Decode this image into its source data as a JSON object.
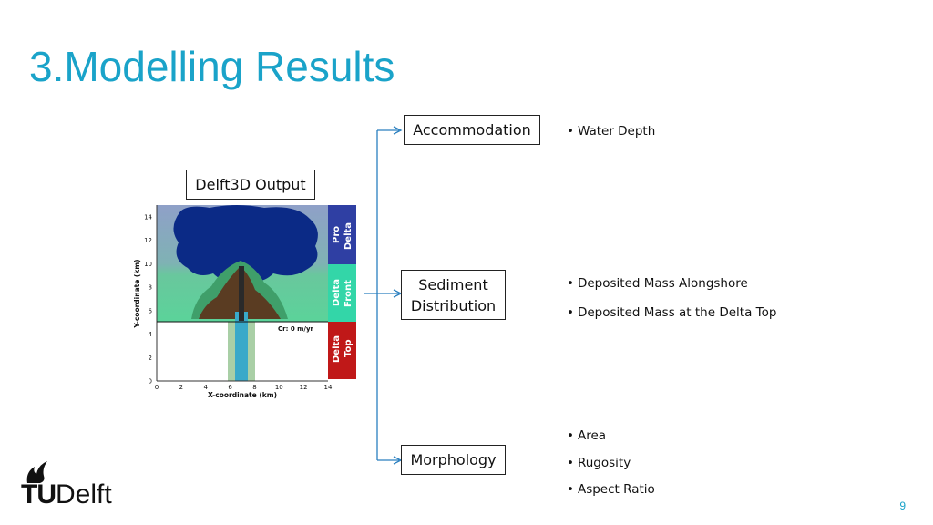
{
  "slide_title": "3.Modelling Results",
  "page_number": "9",
  "output_box": "Delft3D Output",
  "branches": {
    "accommodation": {
      "label": "Accommodation",
      "bullets": [
        "Water Depth"
      ]
    },
    "sediment": {
      "label_line1": "Sediment",
      "label_line2": "Distribution",
      "bullets": [
        "Deposited Mass Alongshore",
        "Deposited Mass at the Delta Top"
      ]
    },
    "morphology": {
      "label": "Morphology",
      "bullets": [
        "Area",
        "Rugosity",
        "Aspect Ratio"
      ]
    }
  },
  "figure": {
    "xlabel": "X-coordinate (km)",
    "ylabel": "Y-coordinate (km)",
    "x_ticks": [
      "0",
      "2",
      "4",
      "6",
      "8",
      "10",
      "12",
      "14"
    ],
    "y_ticks": [
      "0",
      "2",
      "4",
      "6",
      "8",
      "10",
      "12",
      "14"
    ],
    "annotation": "Cr: 0 m/yr",
    "zones": [
      {
        "line1": "Pro",
        "line2": "Delta",
        "color": "#2f3fa3"
      },
      {
        "line1": "Delta",
        "line2": "Front",
        "color": "#33d6a8"
      },
      {
        "line1": "Delta",
        "line2": "Top",
        "color": "#c01818"
      }
    ]
  },
  "logo": {
    "part1": "TU",
    "part2": "Delft"
  },
  "colors": {
    "title": "#1aa3c9",
    "connector": "#2a7fbf"
  }
}
